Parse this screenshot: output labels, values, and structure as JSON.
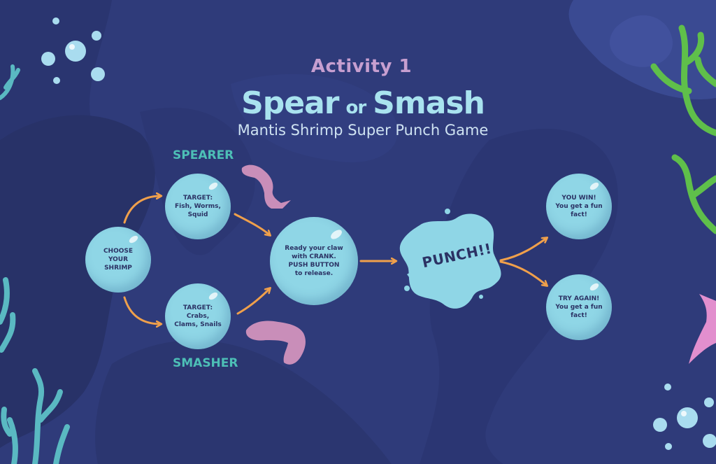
{
  "header": {
    "activity": "Activity 1",
    "title_word1": "Spear",
    "title_or": "or",
    "title_word2": "Smash",
    "subtitle": "Mantis Shrimp Super Punch Game"
  },
  "branches": {
    "spearer": "SPEARER",
    "smasher": "SMASHER"
  },
  "nodes": {
    "choose": "CHOOSE\nYOUR\nSHRIMP",
    "spearer_target": "TARGET:\nFish, Worms,\nSquid",
    "smasher_target": "TARGET:\nCrabs,\nClams, Snails",
    "ready": "Ready your claw\nwith CRANK.\nPUSH BUTTON\nto release.",
    "punch": "PUNCH!!",
    "win": "YOU WIN!\nYou get a fun\nfact!",
    "try_again": "TRY AGAIN!\nYou get a fun\nfact!"
  },
  "colors": {
    "background": "#2f3b7a",
    "bubble": "#8fd6e6",
    "arrow": "#f0a04b",
    "accent_purple": "#c79fd0",
    "accent_teal": "#4dbfb6"
  },
  "icons": [
    "spear-claw-icon",
    "smash-claw-icon",
    "seaweed-icon",
    "coral-icon",
    "starfish-icon",
    "air-bubble-icon"
  ]
}
